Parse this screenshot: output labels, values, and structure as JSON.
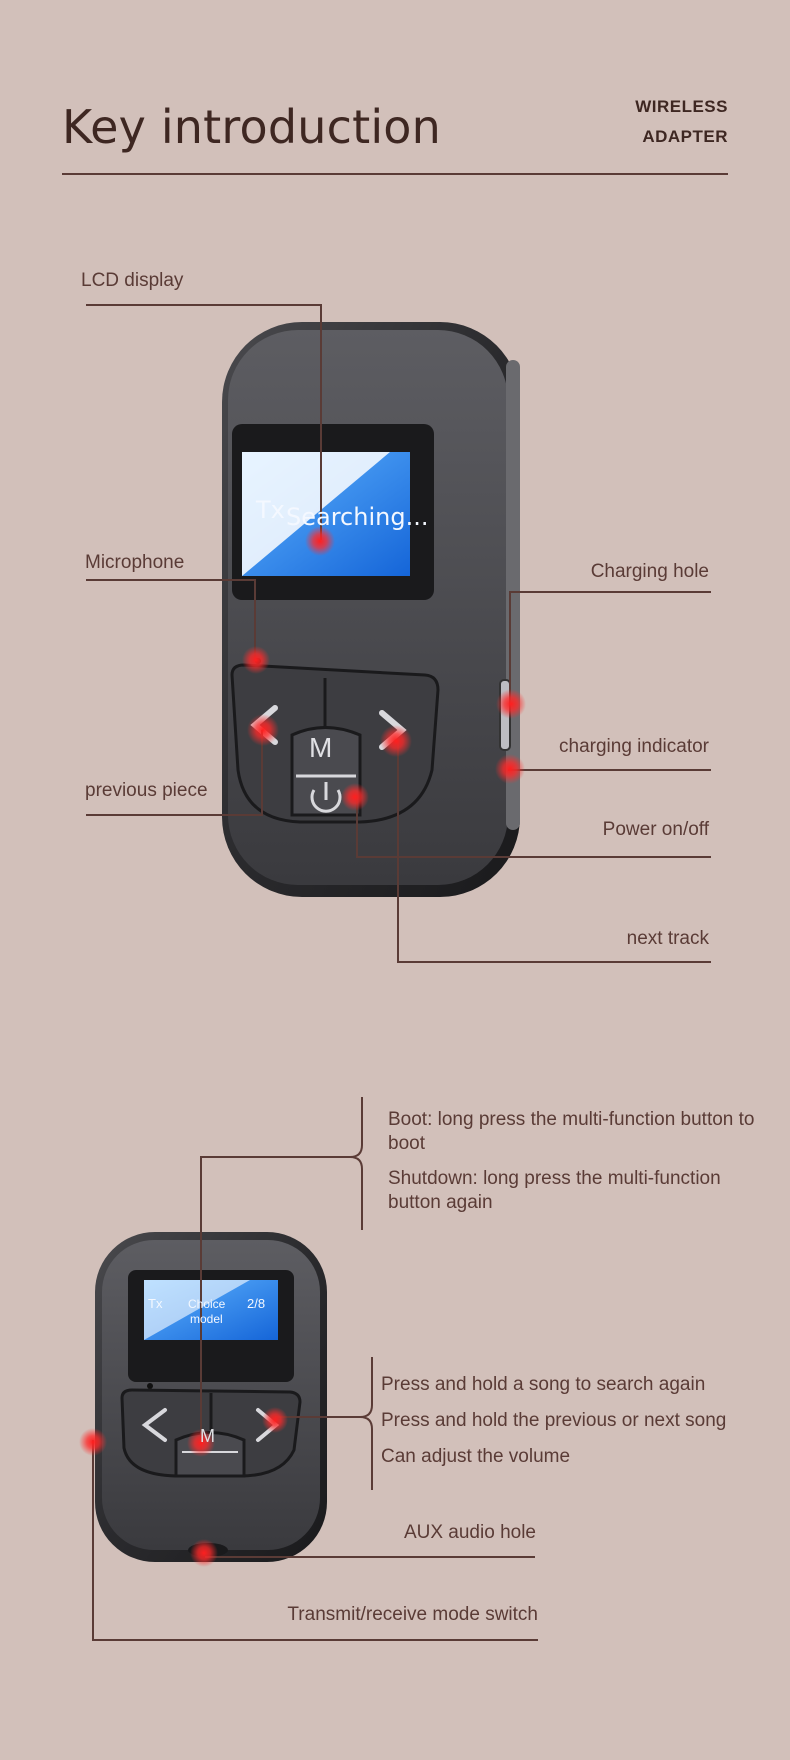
{
  "header": {
    "title": "Key introduction",
    "brand_line1": "WIRELESS",
    "brand_line2": "ADAPTER"
  },
  "device_top": {
    "screen_tx": "Tx",
    "screen_text": "Searching...",
    "key_mode": "M"
  },
  "labels_top": {
    "lcd_display": "LCD display",
    "microphone": "Microphone",
    "previous_piece": "previous piece",
    "charging_hole": "Charging hole",
    "charging_indicator": "charging indicator",
    "power": "Power on/off",
    "next_track": "next track"
  },
  "device_bottom": {
    "screen_tx": "Tx",
    "screen_word1": "Choice",
    "screen_count": "2/8",
    "screen_word2": "model",
    "key_mode": "M"
  },
  "labels_bottom": {
    "boot": "Boot: long press the multi-function button to boot",
    "shutdown": "Shutdown: long press the multi-function button again",
    "search_again": "Press and hold a song to search again",
    "prev_next_song": "Press and hold the previous or next song",
    "volume": "Can adjust the volume",
    "aux": "AUX audio hole",
    "mode_switch": "Transmit/receive mode switch"
  },
  "colors": {
    "background": "#d2c0ba",
    "line": "#5a3b36",
    "device_body": "#2c2c2e",
    "screen": "#1f7ae0",
    "marker": "#e02020"
  }
}
